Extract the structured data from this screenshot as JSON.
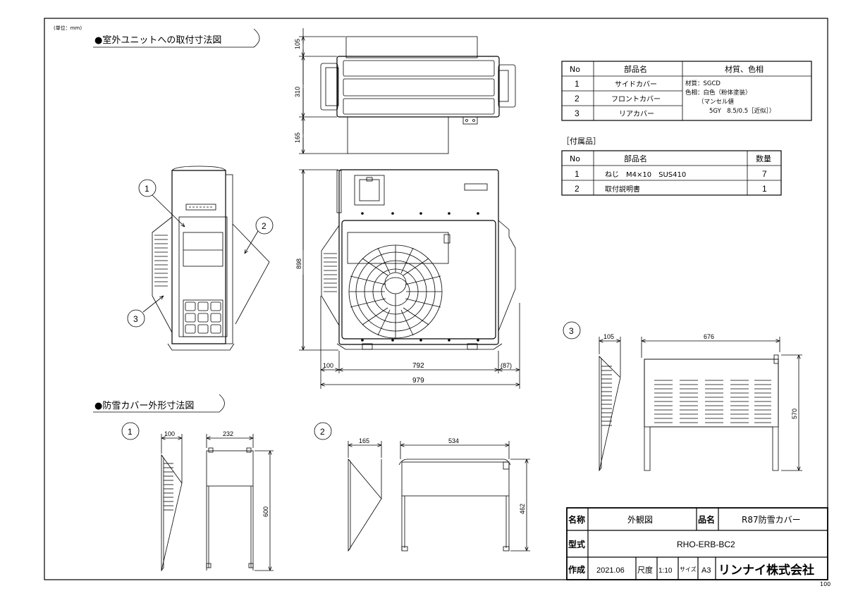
{
  "unit_note": "(単位：mm)",
  "sections": {
    "install": "●室外ユニットへの取付寸法図",
    "cover": "●防雪カバー外形寸法図"
  },
  "callouts": {
    "c1": "1",
    "c2": "2",
    "c3": "3"
  },
  "dims": {
    "top_105": "105",
    "top_310": "310",
    "top_165": "165",
    "h_898": "898",
    "w_100": "100",
    "w_792": "792",
    "w_87": "(87)",
    "w_979": "979",
    "p1_w": "100",
    "p1_d": "232",
    "p1_h": "600",
    "p2_w": "165",
    "p2_d": "534",
    "p2_h": "462",
    "p3_w": "105",
    "p3_d": "676",
    "p3_h": "570"
  },
  "parts_table": {
    "headers": [
      "No",
      "部品名",
      "材質、色相"
    ],
    "rows": [
      {
        "no": "1",
        "name": "サイドカバー"
      },
      {
        "no": "2",
        "name": "フロントカバー"
      },
      {
        "no": "3",
        "name": "リアカバー"
      }
    ],
    "material_lines": [
      "材質：SGCD",
      "色相：白色（粉体塗装）",
      "（マンセル値",
      "5GY　8.5/0.5［近似］）"
    ]
  },
  "accessories": {
    "label": "［付属品］",
    "headers": [
      "No",
      "部品名",
      "数量"
    ],
    "rows": [
      {
        "no": "1",
        "name": "ねじ　M4×10　SUS410",
        "qty": "7"
      },
      {
        "no": "2",
        "name": "取付説明書",
        "qty": "1"
      }
    ]
  },
  "title_block": {
    "name_label": "名称",
    "name_value": "外観図",
    "product_label": "品名",
    "product_value": "R87防雪カバー",
    "model_label": "型式",
    "model_value": "RHO-ERB-BC2",
    "made_label": "作成",
    "made_value": "2021.06",
    "scale_label": "尺度",
    "scale_value": "1:10",
    "size_label": "サイズ",
    "size_value": "A3",
    "company": "リンナイ株式会社"
  },
  "corner_mark": "100",
  "colors": {
    "line": "#000000",
    "paper": "#ffffff"
  }
}
